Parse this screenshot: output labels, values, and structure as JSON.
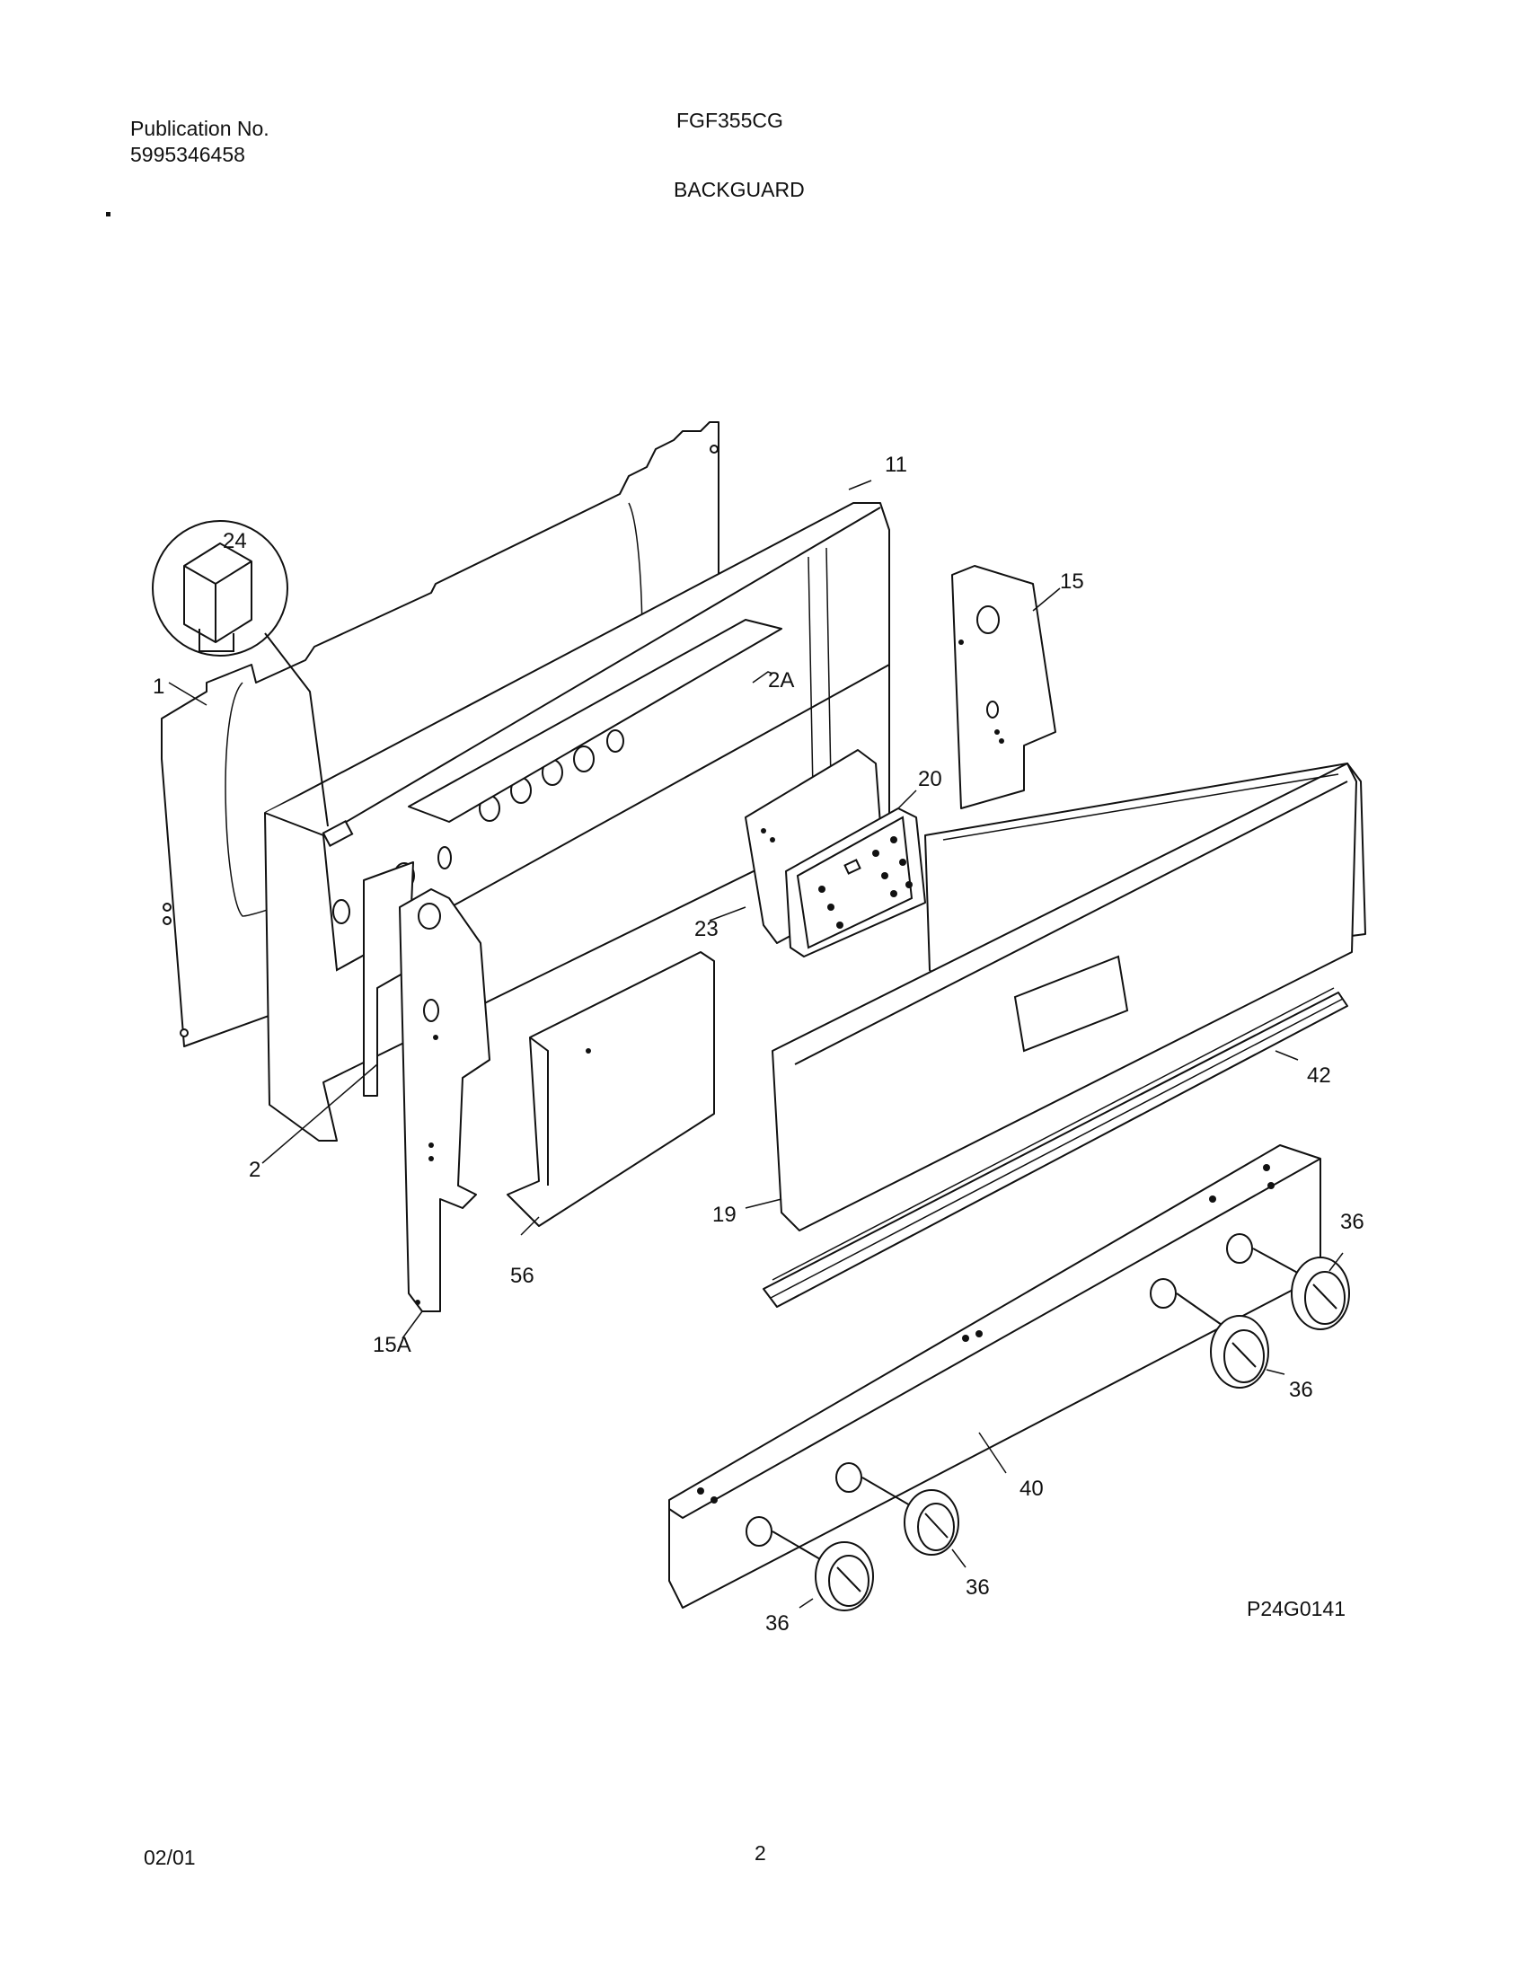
{
  "header": {
    "publication_label": "Publication No.",
    "publication_number": "5995346458",
    "model": "FGF355CG",
    "section": "BACKGUARD"
  },
  "footer": {
    "date": "02/01",
    "page": "2"
  },
  "figure_ref": "P24G0141",
  "callouts": {
    "c1": "1",
    "c2": "2",
    "c2a": "2A",
    "c11": "11",
    "c15": "15",
    "c15a": "15A",
    "c19": "19",
    "c20": "20",
    "c23": "23",
    "c24": "24",
    "c36a": "36",
    "c36b": "36",
    "c36c": "36",
    "c36d": "36",
    "c40": "40",
    "c42": "42",
    "c56": "56"
  }
}
